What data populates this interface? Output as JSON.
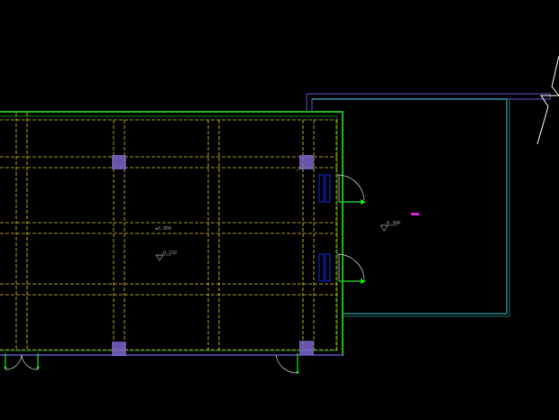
{
  "drawing": {
    "background_color": "#000000",
    "colors": {
      "wall_outline": "#1fb51f",
      "axis_lines": "#d7cc2a",
      "annex_wall_outer": "#3c3c8a",
      "annex_wall_inner": "#2a8a8a",
      "column": "#7a64c8",
      "door_leaf": "#0f2bd6",
      "door_swing": "#dddddd",
      "door_arrow": "#21e221",
      "marker": "#e024e0",
      "break_line": "#ffffff",
      "annotation_text": "#9a9a9a"
    },
    "elevation_labels": {
      "main_level_mark": "±0.000",
      "main_floor_mark": "-0.150",
      "annex_floor_mark": "-0.300"
    },
    "symbols": {
      "level_marker": "level-triangle",
      "door": "door-swing",
      "column": "column-square",
      "break": "break-line",
      "marker": "highlight-marker"
    }
  }
}
